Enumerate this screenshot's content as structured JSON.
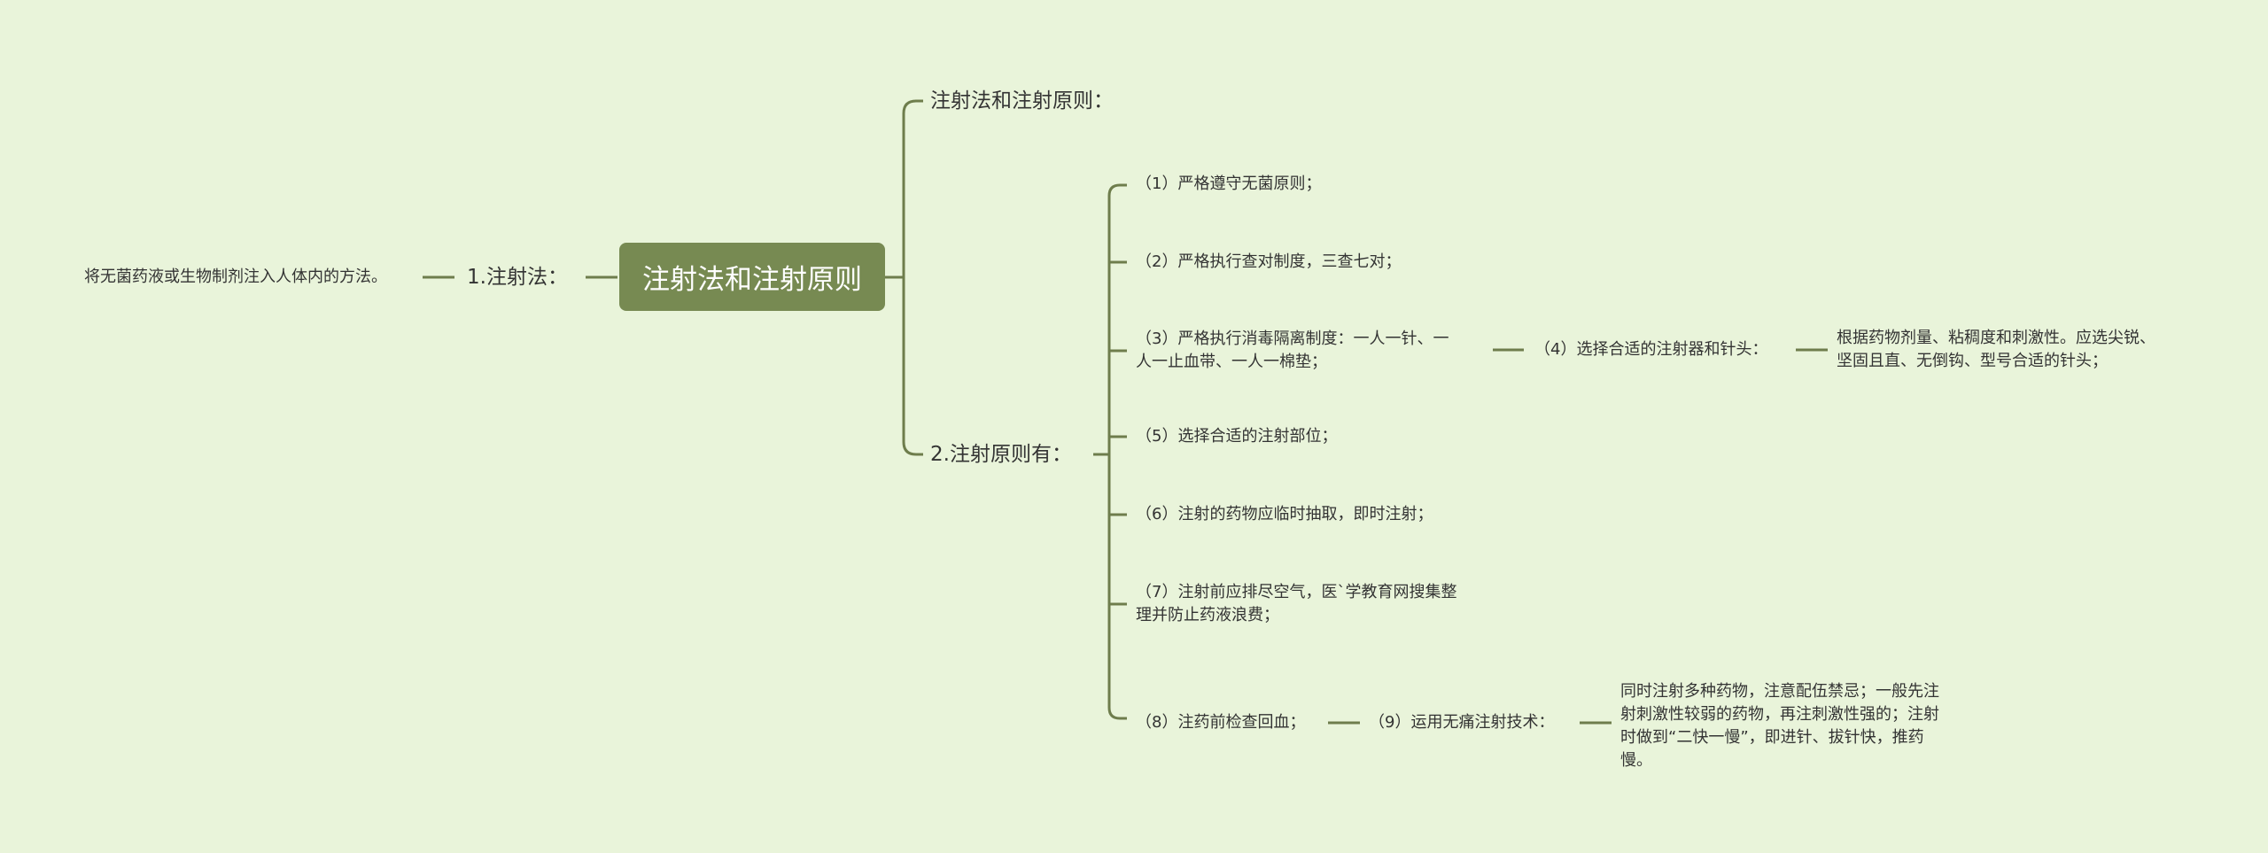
{
  "root": "注射法和注射原则",
  "left": {
    "label": "1.注射法：",
    "leaf": "将无菌药液或生物制剂注入人体内的方法。"
  },
  "right": {
    "branch1": "注射法和注射原则：",
    "branch2": "2.注射原则有：",
    "items": [
      {
        "line1": "（1）严格遵守无菌原则；"
      },
      {
        "line1": "（2）严格执行查对制度，三查七对；"
      },
      {
        "line1": "（3）严格执行消毒隔离制度：一人一针、一",
        "line2": "人一止血带、一人一棉垫；"
      },
      {
        "line1": "（5）选择合适的注射部位；"
      },
      {
        "line1": "（6）注射的药物应临时抽取，即时注射；"
      },
      {
        "line1": "（7）注射前应排尽空气，医`学教育网搜集整",
        "line2": "理并防止药液浪费；"
      },
      {
        "line1": "（8）注药前检查回血；"
      }
    ],
    "item4": {
      "label": "（4）选择合适的注射器和针头：",
      "leaf": [
        "根据药物剂量、粘稠度和刺激性。应选尖锐、",
        "坚固且直、无倒钩、型号合适的针头；"
      ]
    },
    "item9": {
      "label": "（9）运用无痛注射技术：",
      "leaf": [
        "同时注射多种药物，注意配伍禁忌；一般先注",
        "射刺激性较弱的药物，再注刺激性强的；注射",
        "时做到“二快一慢”，即进针、拔针快，推药",
        "慢。"
      ]
    }
  },
  "colors": {
    "background": "#e9f4da",
    "root": "#778a52",
    "line": "#6e7d4c"
  }
}
